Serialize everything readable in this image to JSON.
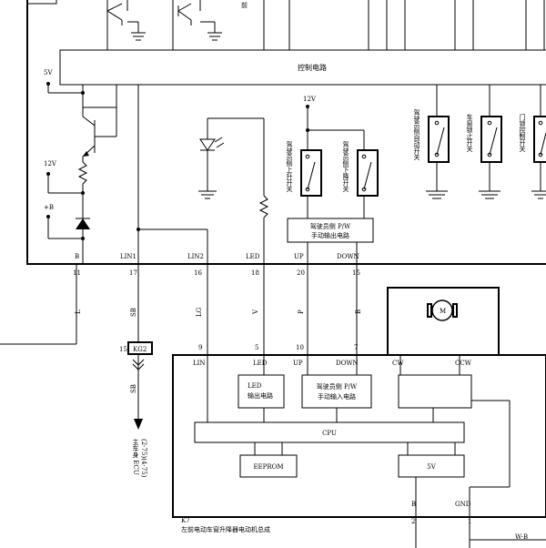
{
  "top_unit": {
    "control_circuit": "控制电路",
    "supply_5v": "5V",
    "supply_12v_left": "12V",
    "supply_plus_b": "+B",
    "supply_12v_switch": "12V",
    "switch_up": "驾驶员侧上升开关",
    "switch_down": "驾驶员侧下降开关",
    "switch_auto": "驾驶员侧自动开关",
    "switch_lock": "车窗锁止开关",
    "switch_door": "门锁控制开关",
    "manual_output_line1": "驾驶员侧 P/W",
    "manual_output_line2": "手动输出电路",
    "truncated_text": "前"
  },
  "top_pins": [
    {
      "name": "B",
      "number": "11",
      "color": "L"
    },
    {
      "name": "LIN1",
      "number": "17",
      "color": "SB"
    },
    {
      "name": "LIN2",
      "number": "16",
      "color": "LG"
    },
    {
      "name": "LED",
      "number": "18",
      "color": "V"
    },
    {
      "name": "UP",
      "number": "20",
      "color": "P"
    },
    {
      "name": "DOWN",
      "number": "15",
      "color": "B"
    }
  ],
  "connector": {
    "pin": "15",
    "id": "KG2",
    "wire_color": "SB",
    "target_line1": "主车身 ECU",
    "target_line2": "(2-75)(4-75)"
  },
  "k7": {
    "code": "K7",
    "title": "左前电动车窗升降器电动机总成",
    "motor": "M",
    "led_circuit_line1": "LED",
    "led_circuit_line2": "输出电路",
    "manual_input_line1": "驾驶员侧 P/W",
    "manual_input_line2": "手动输入电路",
    "cpu": "CPU",
    "eeprom": "EEPROM",
    "regulator": "5V",
    "ground_ref": "W-B",
    "pins_top": [
      {
        "number": "9",
        "name": "LIN"
      },
      {
        "number": "5",
        "name": "LED"
      },
      {
        "number": "10",
        "name": "UP"
      },
      {
        "number": "7",
        "name": "DOWN"
      },
      {
        "number": "",
        "name": "CW"
      },
      {
        "number": "",
        "name": "CCW"
      }
    ],
    "pins_bottom": [
      {
        "name": "B",
        "number": "2"
      },
      {
        "name": "GND",
        "number": "1"
      }
    ]
  }
}
